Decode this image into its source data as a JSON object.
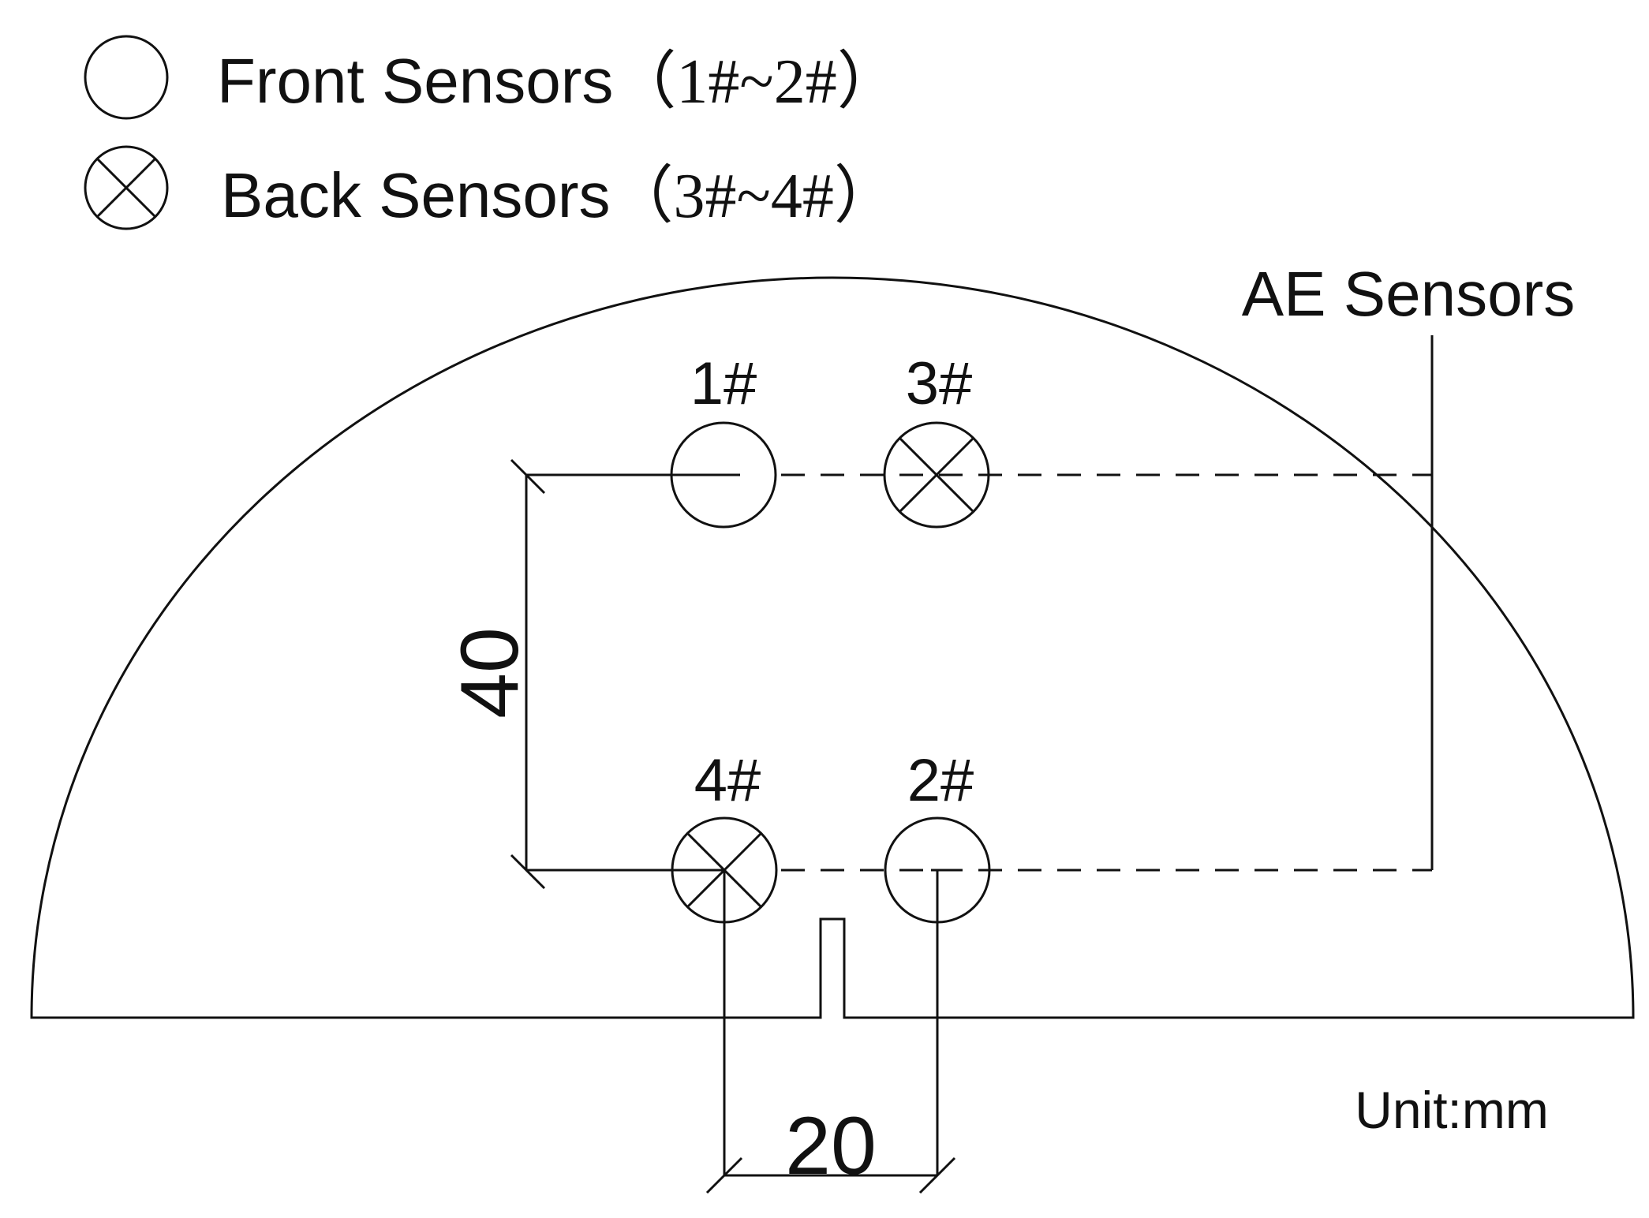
{
  "legend": {
    "front": {
      "prefix": "Front Sensors",
      "range": "（1#~2#）"
    },
    "back": {
      "prefix": "Back Sensors",
      "range": "（3#~4#）"
    }
  },
  "callout_label": "AE Sensors",
  "sensors": {
    "s1": {
      "label": "1#",
      "type": "front"
    },
    "s3": {
      "label": "3#",
      "type": "back"
    },
    "s4": {
      "label": "4#",
      "type": "back"
    },
    "s2": {
      "label": "2#",
      "type": "front"
    }
  },
  "dimensions": {
    "vertical": "40",
    "horizontal": "20"
  },
  "unit": "Unit:mm",
  "colors": {
    "ink": "#111111",
    "background": "#ffffff"
  }
}
